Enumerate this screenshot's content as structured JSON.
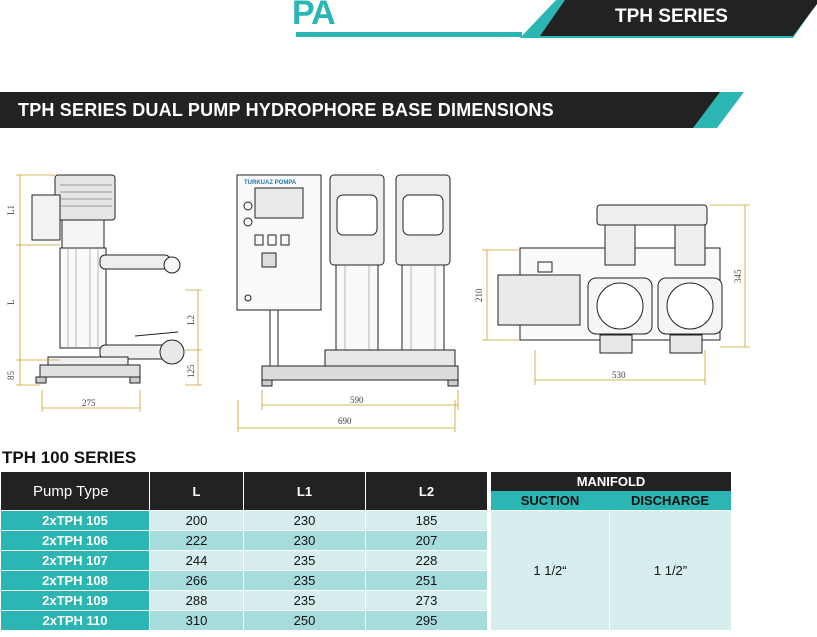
{
  "header": {
    "logo_fragment": "PA",
    "series_label": "TPH SERIES",
    "accent_color": "#2bb5b3",
    "dark_color": "#222222"
  },
  "title_bar": {
    "text": "TPH SERIES DUAL PUMP HYDROPHORE BASE DIMENSIONS"
  },
  "drawing": {
    "panel_label": "TURKUAZ POMPA",
    "dims": {
      "l1": "L1",
      "l": "L",
      "l2": "L2",
      "h85": "85",
      "h125": "125",
      "w275": "275",
      "w590": "590",
      "w690": "690",
      "h210": "210",
      "h345": "345",
      "w530": "530"
    }
  },
  "table": {
    "section_title": "TPH 100 SERIES",
    "headers": {
      "pump_type": "Pump Type",
      "l": "L",
      "l1": "L1",
      "l2": "L2",
      "manifold": "MANIFOLD",
      "suction": "SUCTION",
      "discharge": "DISCHARGE"
    },
    "rows": [
      {
        "model": "2xTPH 105",
        "l": "200",
        "l1": "230",
        "l2": "185"
      },
      {
        "model": "2xTPH 106",
        "l": "222",
        "l1": "230",
        "l2": "207"
      },
      {
        "model": "2xTPH 107",
        "l": "244",
        "l1": "235",
        "l2": "228"
      },
      {
        "model": "2xTPH 108",
        "l": "266",
        "l1": "235",
        "l2": "251"
      },
      {
        "model": "2xTPH 109",
        "l": "288",
        "l1": "235",
        "l2": "273"
      },
      {
        "model": "2xTPH 110",
        "l": "310",
        "l1": "250",
        "l2": "295"
      }
    ],
    "suction_value": "1 1/2“",
    "discharge_value": "1 1/2”"
  }
}
